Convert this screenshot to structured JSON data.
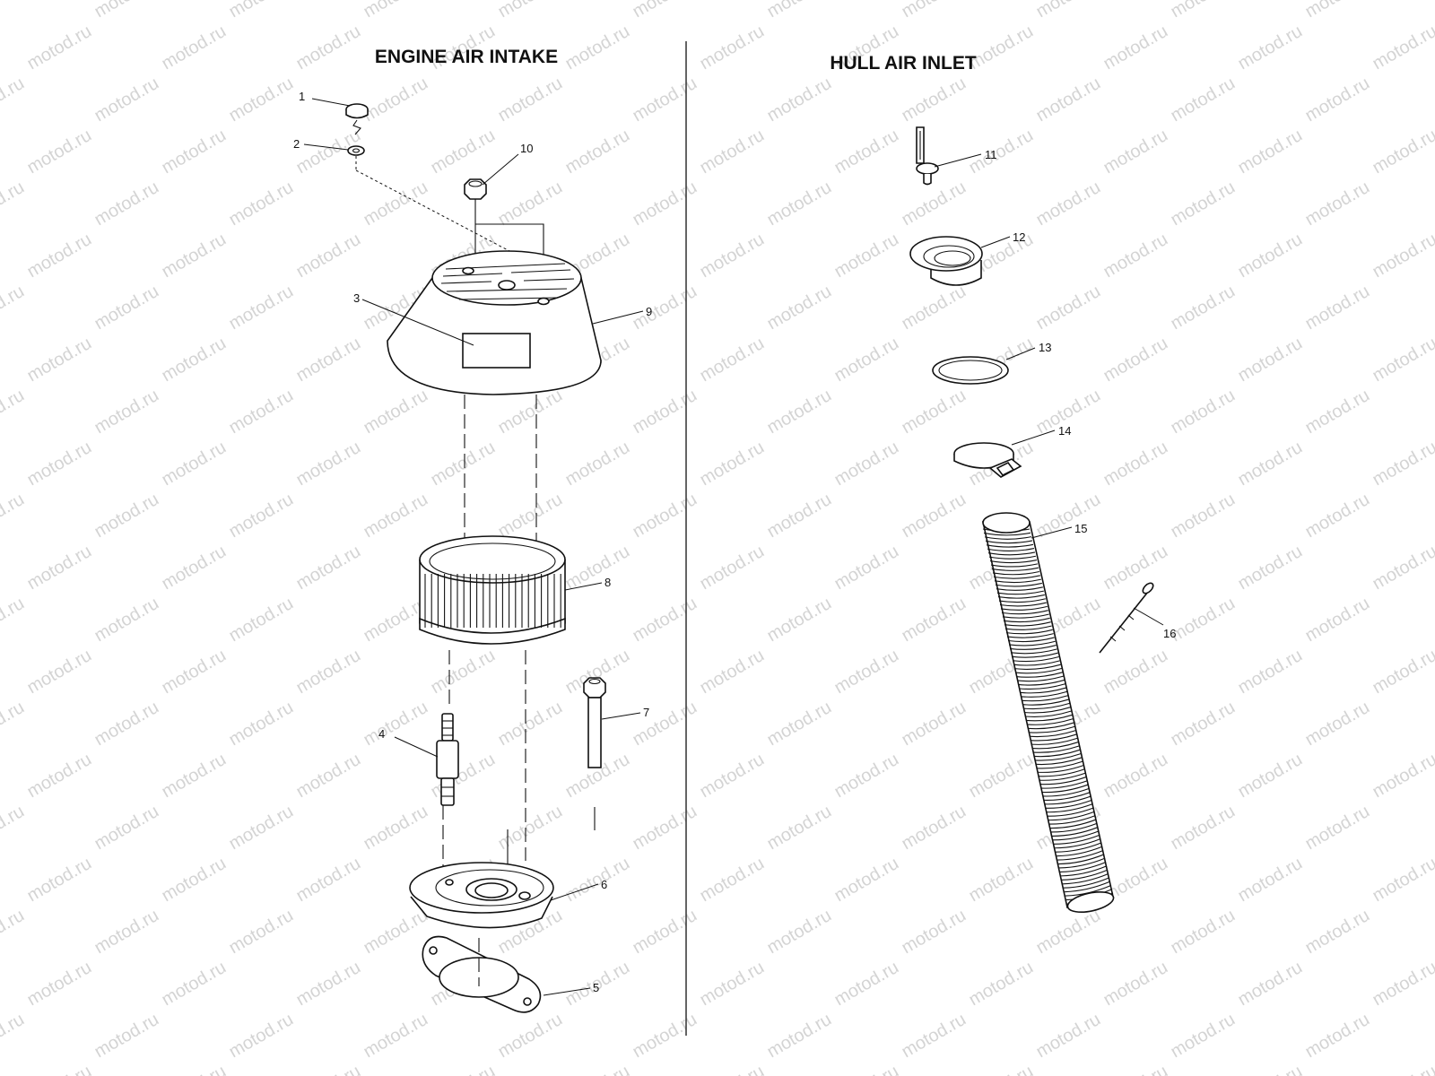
{
  "watermark": {
    "text": "motod.ru",
    "color": "#d4d4d4"
  },
  "sections": [
    {
      "id": "engine",
      "title": "ENGINE AIR INTAKE"
    },
    {
      "id": "hull",
      "title": "HULL AIR INLET"
    }
  ],
  "callouts": [
    {
      "number": "1",
      "part": "cap-knob"
    },
    {
      "number": "2",
      "part": "washer"
    },
    {
      "number": "3",
      "part": "label-decal"
    },
    {
      "number": "4",
      "part": "fitting-nipple"
    },
    {
      "number": "5",
      "part": "gasket"
    },
    {
      "number": "6",
      "part": "adapter-base"
    },
    {
      "number": "7",
      "part": "bolt-stud"
    },
    {
      "number": "8",
      "part": "air-filter"
    },
    {
      "number": "9",
      "part": "cover-housing"
    },
    {
      "number": "10",
      "part": "nut"
    },
    {
      "number": "11",
      "part": "rivet-pin"
    },
    {
      "number": "12",
      "part": "flange-inlet"
    },
    {
      "number": "13",
      "part": "seal-ring"
    },
    {
      "number": "14",
      "part": "hose-clamp"
    },
    {
      "number": "15",
      "part": "flexible-hose"
    },
    {
      "number": "16",
      "part": "cable-tie"
    }
  ]
}
